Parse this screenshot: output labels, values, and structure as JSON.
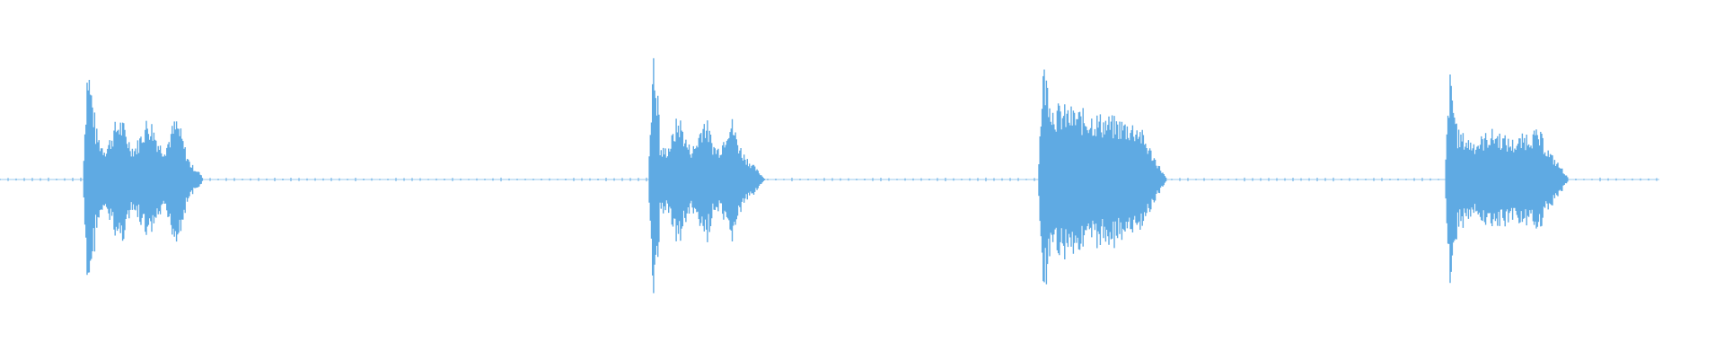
{
  "waveform": {
    "color": "#5faae3",
    "background": "#ffffff",
    "bursts": [
      {
        "onset": 0.048,
        "duration": 0.07,
        "peak": 0.98,
        "body": 0.42,
        "shape": "ragged"
      },
      {
        "onset": 0.376,
        "duration": 0.068,
        "peak": 1.0,
        "body": 0.45,
        "shape": "lobed"
      },
      {
        "onset": 0.602,
        "duration": 0.075,
        "peak": 0.92,
        "body": 0.6,
        "shape": "dense"
      },
      {
        "onset": 0.838,
        "duration": 0.072,
        "peak": 0.84,
        "body": 0.37,
        "shape": "flat"
      }
    ],
    "noise_floor": 0.012
  }
}
